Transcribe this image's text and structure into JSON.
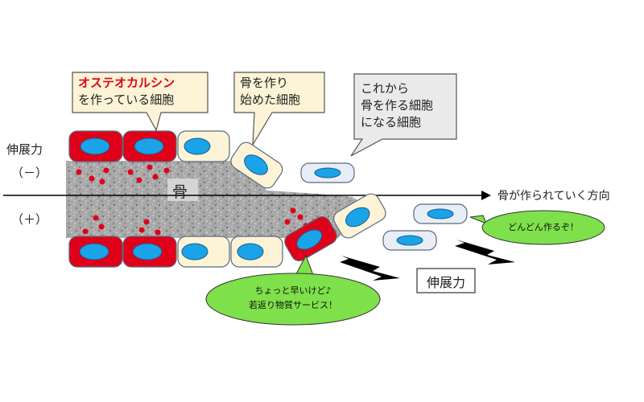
{
  "callouts": {
    "osteocalcin_title": "オステオカルシン",
    "osteocalcin_sub": "を作っている細胞",
    "starting_line1": "骨を作り",
    "starting_line2": "始めた細胞",
    "future_line1": "これから",
    "future_line2": "骨を作る細胞",
    "future_line3": "になる細胞"
  },
  "labels": {
    "tension_top": "伸展力",
    "minus": "（－）",
    "plus": "（＋）",
    "bone": "骨",
    "direction": "骨が作られていく方向",
    "tension_box": "伸展力"
  },
  "bubbles": {
    "small": "どんどん作るぞ！",
    "large_line1": "ちょっと早いけど♪",
    "large_line2": "若返り物質サービス！"
  },
  "colors": {
    "osteocalcin_cell": "#e0001a",
    "osteoblast_cell": "#fdf3d6",
    "precursor_cell": "#e8eef8",
    "nucleus": "#1aa3e8",
    "bubble_fill": "#7ee04a",
    "callout_fill_warm": "#fdf3d6",
    "callout_fill_cool": "#eaeaea"
  }
}
